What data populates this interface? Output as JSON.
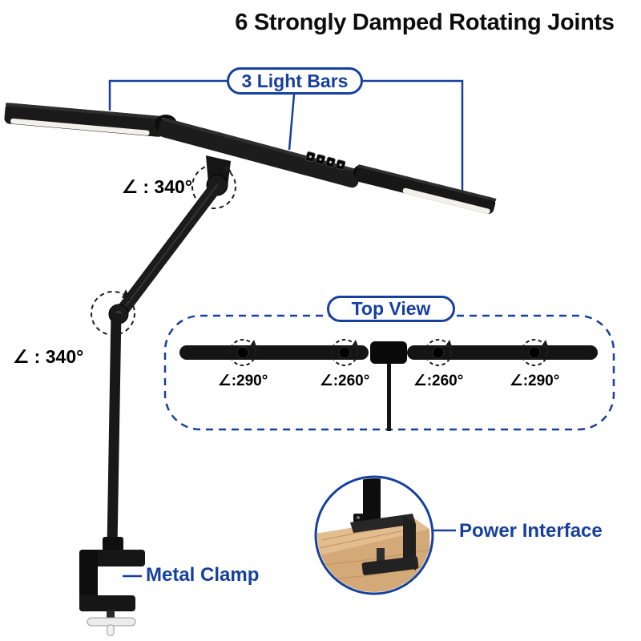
{
  "title": "6 Strongly Damped Rotating Joints",
  "callouts": {
    "light_bars": "3 Light Bars",
    "top_view": "Top View",
    "power_interface": "Power Interface",
    "metal_clamp": "Metal Clamp"
  },
  "main_view_angles": {
    "head_joint": "∠ : 340°",
    "elbow_joint": "∠ : 340°"
  },
  "top_view_angles": [
    "∠:290°",
    "∠:260°",
    "∠:260°",
    "∠:290°"
  ],
  "colors": {
    "accent_blue": "#16409e",
    "text_black": "#111111",
    "lamp_black": "#181818",
    "wood_light": "#e3bd8e",
    "wood_dark": "#d3a977"
  }
}
